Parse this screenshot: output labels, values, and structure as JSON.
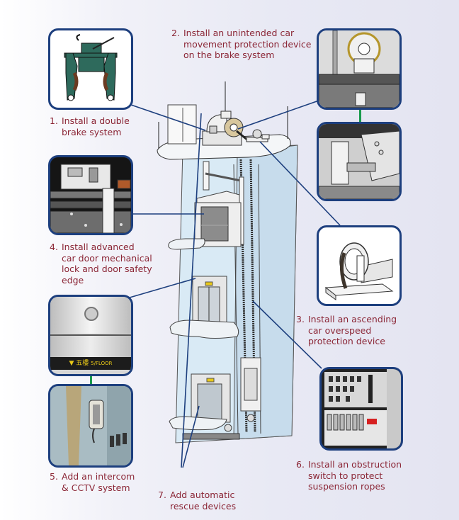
{
  "diagram": {
    "subject": "Elevator shaft safety upgrades",
    "accent_colors": {
      "label_text": "#8b2636",
      "panel_border": "#1d3f7e",
      "leader_line": "#1d3f7e",
      "panel_link": "#1a9a4c"
    },
    "items": [
      {
        "number": "1.",
        "lines": [
          "Install a double",
          "brake system"
        ]
      },
      {
        "number": "2.",
        "lines": [
          "Install an unintended car",
          "movement protection device",
          "on the brake system"
        ]
      },
      {
        "number": "3.",
        "lines": [
          "Install an ascending",
          "car overspeed",
          "protection device"
        ]
      },
      {
        "number": "4.",
        "lines": [
          "Install advanced",
          "car door mechanical",
          "lock and door safety",
          "edge"
        ]
      },
      {
        "number": "5.",
        "lines": [
          "Add an intercom",
          "&  CCTV system"
        ]
      },
      {
        "number": "6.",
        "lines": [
          "Install an obstruction",
          "switch to protect",
          "suspension ropes"
        ]
      },
      {
        "number": "7.",
        "lines": [
          "Add automatic",
          "rescue devices"
        ]
      }
    ],
    "panels": [
      {
        "id": "double-brake",
        "icon": "brake-caliper-icon"
      },
      {
        "id": "ucmp-device-top",
        "icon": "traction-machine-icon"
      },
      {
        "id": "ucmp-device-bottom",
        "icon": "brake-detail-icon"
      },
      {
        "id": "door-lock",
        "icon": "door-lock-mechanism-icon"
      },
      {
        "id": "cctv",
        "icon": "cctv-camera-icon",
        "floor_display": {
          "chinese": "五樓",
          "english": "5/FLOOR"
        }
      },
      {
        "id": "intercom",
        "icon": "intercom-handset-icon"
      },
      {
        "id": "overspeed",
        "icon": "rope-gripper-icon"
      },
      {
        "id": "obstruction-switch",
        "icon": "control-cabinet-icon"
      }
    ]
  }
}
